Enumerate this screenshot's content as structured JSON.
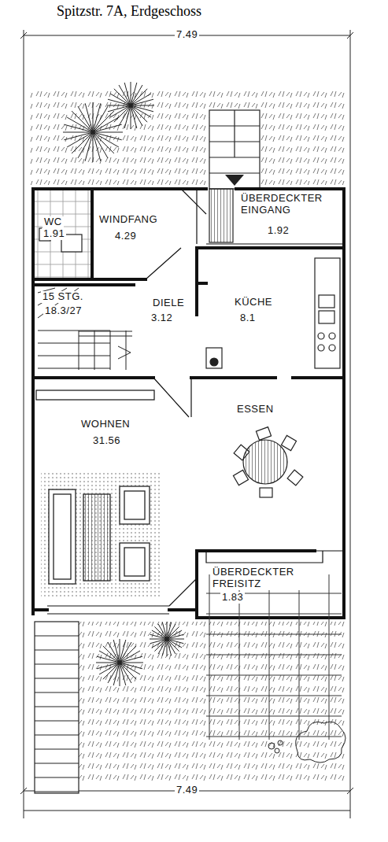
{
  "diagram": {
    "title": "Spitzstr. 7A, Erdgeschoss",
    "labels": [
      "7.49",
      "WC",
      "1.91",
      "WINDFANG",
      "4.29",
      "ÜBERDECKTER EINGANG",
      "1.92",
      "15 STG.",
      "18.3/27",
      "DIELE",
      "3.12",
      "KÜCHE",
      "8.1",
      "ESSEN",
      "WOHNEN",
      "31.56",
      "ÜBERDECKTER FREISITZ",
      "1.83",
      "7.49"
    ]
  }
}
